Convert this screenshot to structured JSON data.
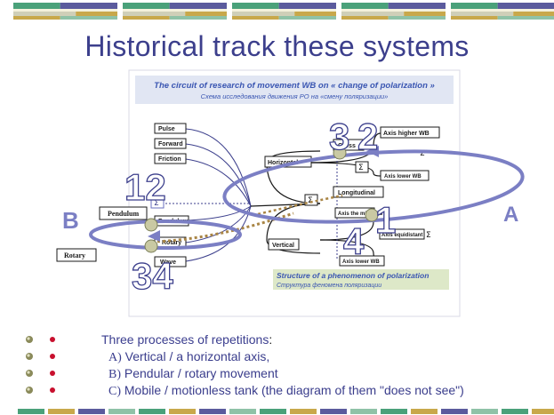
{
  "slide": {
    "title": "Historical track these systems",
    "colors": {
      "title": "#3c3f8c",
      "ellipse": "#7b7fc4",
      "dots": "#c8102e",
      "bandGreen": "#4aa17a",
      "bandGold": "#c8a84b",
      "bandPurple": "#5b5b9d"
    }
  },
  "diagram": {
    "header_en": "The circuit of research of movement WB on « change of polarization »",
    "header_ru": "Схема   исследования  движения РО  на  «смену  поляризации»",
    "boxes": {
      "pulse": "Pulse",
      "forward": "Forward",
      "friction": "Friction",
      "pendulum": "Pendulum",
      "pendulum_box": "Pendulum",
      "rotary": "Rotary",
      "rotary_box": "Rotary",
      "wave": "Wave",
      "cross": "Cross",
      "horizontal": "Horizontal",
      "longitudinal": "Longitudinal",
      "vertical": "Vertical",
      "axis_higher": "Axis higher WB",
      "axis_lower": "Axis lower WB",
      "axis_equidistant": "Axis equidistant",
      "axis_lower2": "Axis lower WB",
      "axis_midline": "Axis the midline"
    },
    "sigma": "Σ",
    "numbers": {
      "n3": "3",
      "n2": "2",
      "n12": "12",
      "n1": "1",
      "n4": "4",
      "n34": "34"
    },
    "labels": {
      "A": "A",
      "B": "B"
    },
    "footer_en": "Structure of a phenomenon of polarization",
    "footer_ru": "Структура  феномена  поляризации"
  },
  "bullets": {
    "main": "Three processes of repetitions",
    "main_suffix": ":",
    "items": [
      {
        "letter": "A)",
        "text": " Vertical / a horizontal axis,"
      },
      {
        "letter": "B)",
        "text": " Pendular / rotary movement"
      },
      {
        "letter": "C)",
        "text": " Mobile / motionless tank (the diagram of them \"does not see\")"
      }
    ]
  }
}
